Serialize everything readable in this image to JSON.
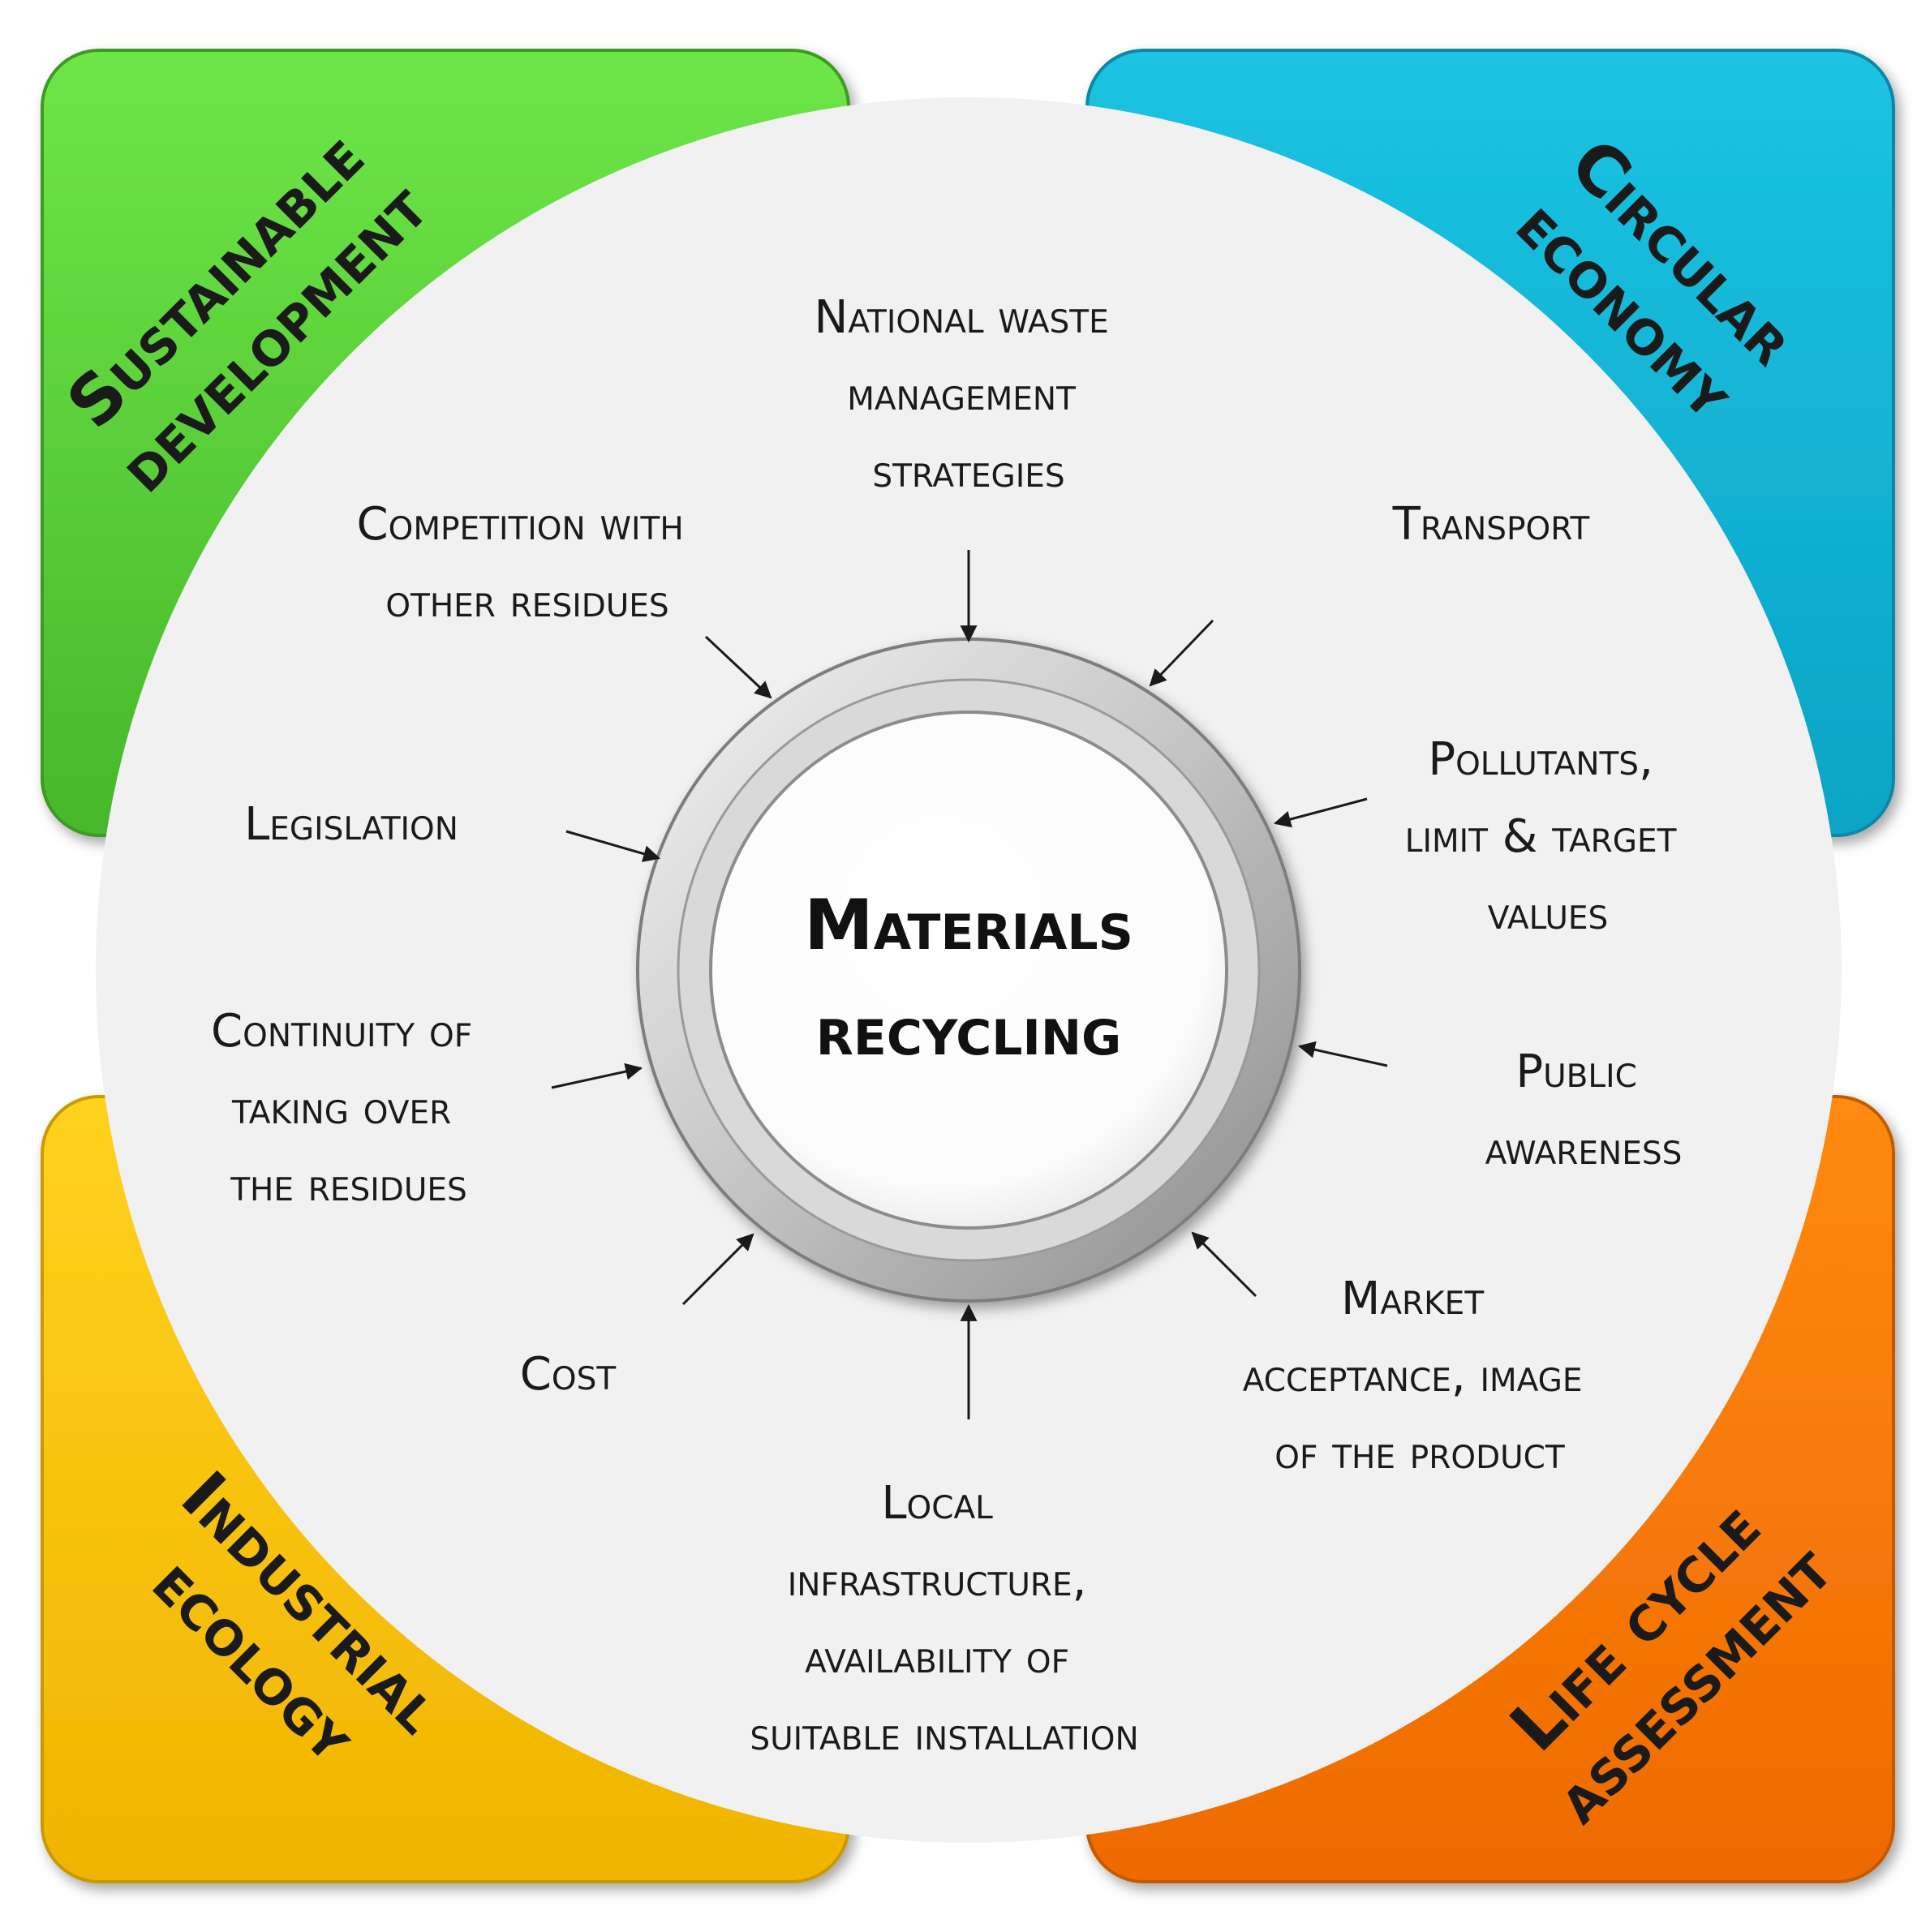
{
  "center": {
    "lines": [
      "Materials",
      "recycling"
    ]
  },
  "corners": [
    {
      "id": "sustainable-development",
      "lines": [
        "Sustainable",
        "development"
      ],
      "color": "#5fd83e",
      "color_dark": "#3c9c22"
    },
    {
      "id": "circular-economy",
      "lines": [
        "Circular",
        "economy"
      ],
      "color": "#12b5d6",
      "color_dark": "#0a7f98"
    },
    {
      "id": "industrial-ecology",
      "lines": [
        "Industrial",
        "ecology"
      ],
      "color": "#ffc800",
      "color_dark": "#c99700"
    },
    {
      "id": "life-cycle-assessment",
      "lines": [
        "Life cycle",
        "assessment"
      ],
      "color": "#ff7a00",
      "color_dark": "#c75c00"
    }
  ],
  "factors": [
    {
      "id": "national-waste",
      "lines": [
        "National waste",
        "management",
        "strategies"
      ]
    },
    {
      "id": "transport",
      "lines": [
        "Transport"
      ]
    },
    {
      "id": "pollutants",
      "lines": [
        "Pollutants,",
        "limit & target",
        "values"
      ]
    },
    {
      "id": "public-awareness",
      "lines": [
        "Public",
        "awareness"
      ]
    },
    {
      "id": "market-acceptance",
      "lines": [
        "Market",
        "acceptance, image",
        "of the product"
      ]
    },
    {
      "id": "local-infrastructure",
      "lines": [
        "Local",
        "infrastructure,",
        "availability of",
        "suitable installation"
      ]
    },
    {
      "id": "cost",
      "lines": [
        "Cost"
      ]
    },
    {
      "id": "continuity",
      "lines": [
        "Continuity of",
        "taking over",
        "the residues"
      ]
    },
    {
      "id": "legislation",
      "lines": [
        "Legislation"
      ]
    },
    {
      "id": "competition",
      "lines": [
        "Competition with",
        "other residues"
      ]
    }
  ],
  "colors": {
    "disk": "#f1f1f1",
    "ring": "#bdbdbd",
    "text": "#1a1a1a"
  }
}
